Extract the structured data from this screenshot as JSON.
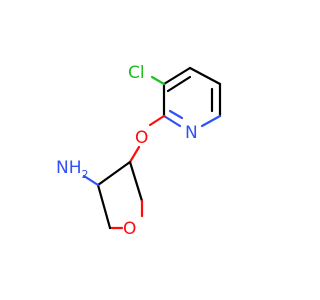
{
  "atoms": {
    "cl": {
      "label": "Cl",
      "color": "#1fbf1f"
    },
    "n_pyr": {
      "label": "N",
      "color": "#3050f8"
    },
    "o_ether": {
      "label": "O",
      "color": "#ff0d0d"
    },
    "nh2": {
      "label": "NH",
      "sub": "2",
      "color": "#3050f8"
    },
    "o_ring": {
      "label": "O",
      "color": "#ff0d0d"
    }
  },
  "bond_color": "#000000"
}
